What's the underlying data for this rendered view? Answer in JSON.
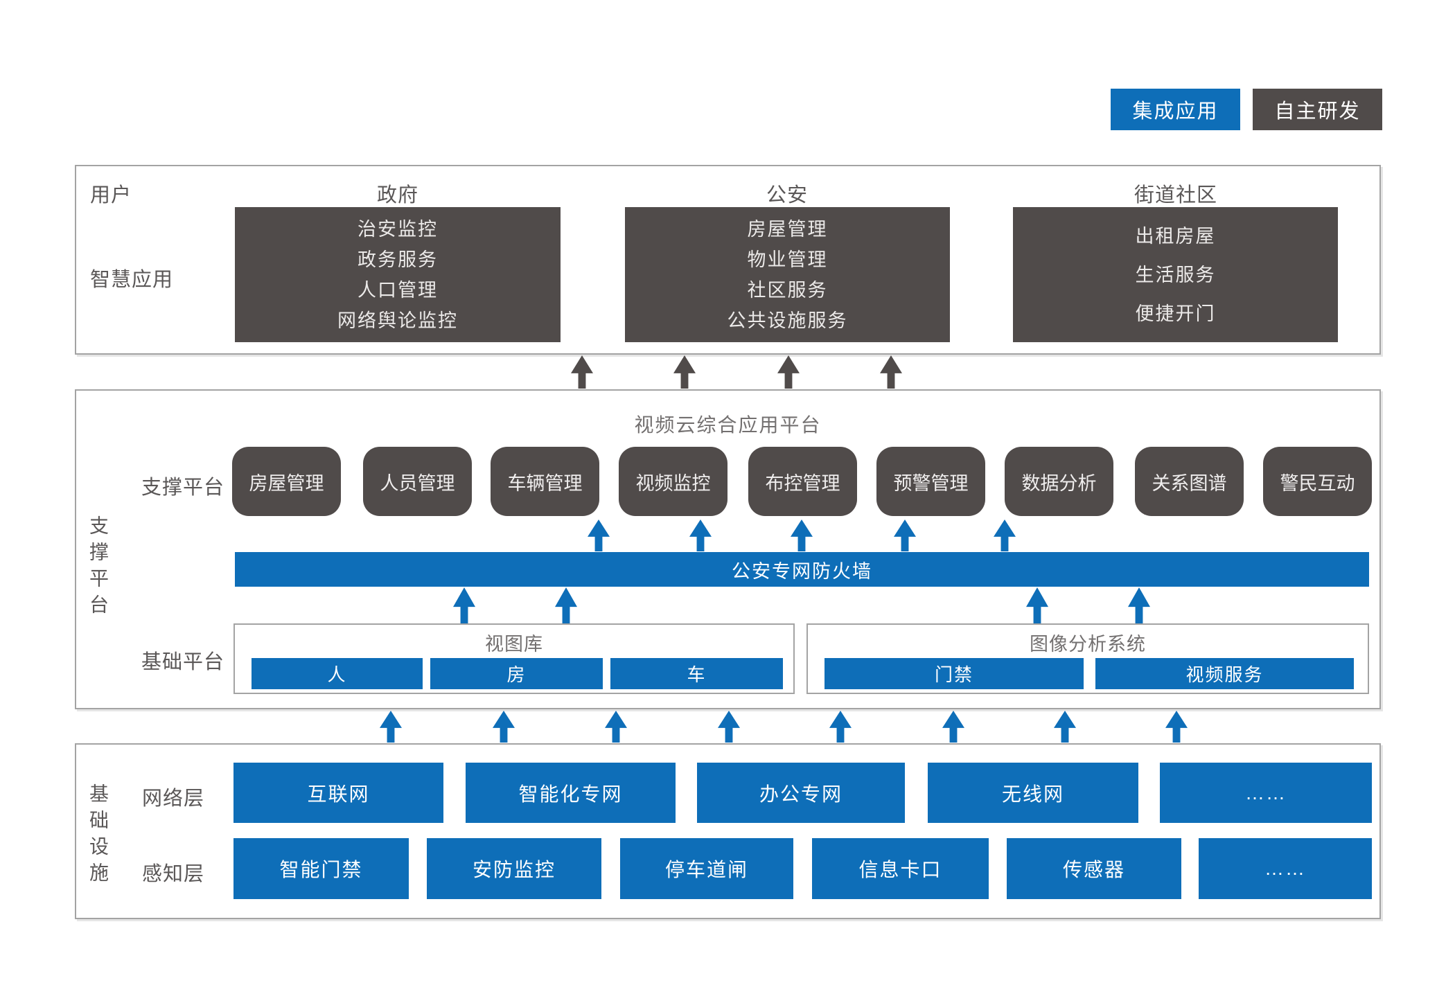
{
  "legend": {
    "integrated": "集成应用",
    "self_developed": "自主研发"
  },
  "colors": {
    "accent_blue": "#0e6eb8",
    "dark_gray": "#504b4a",
    "frame_border": "#a3a3a3",
    "label_text": "#5a5757",
    "title_text": "#737070"
  },
  "top": {
    "user_label": "用户",
    "apps_label": "智慧应用",
    "columns": [
      {
        "title": "政府",
        "items": [
          "治安监控",
          "政务服务",
          "人口管理",
          "网络舆论监控"
        ]
      },
      {
        "title": "公安",
        "items": [
          "房屋管理",
          "物业管理",
          "社区服务",
          "公共设施服务"
        ]
      },
      {
        "title": "街道社区",
        "items": [
          "出租房屋",
          "生活服务",
          "便捷开门"
        ]
      }
    ]
  },
  "mid": {
    "side_label": "支撑平台",
    "title": "视频云综合应用平台",
    "support_label": "支撑平台",
    "support_boxes": [
      "房屋管理",
      "人员管理",
      "车辆管理",
      "视频监控",
      "布控管理",
      "预警管理",
      "数据分析",
      "关系图谱",
      "警民互动"
    ],
    "firewall": "公安专网防火墙",
    "base_label": "基础平台",
    "base_groups": [
      {
        "title": "视图库",
        "items": [
          "人",
          "房",
          "车"
        ]
      },
      {
        "title": "图像分析系统",
        "items": [
          "门禁",
          "视频服务"
        ]
      }
    ]
  },
  "bottom": {
    "side_label": "基础设施",
    "rows": [
      {
        "label": "网络层",
        "items": [
          "互联网",
          "智能化专网",
          "办公专网",
          "无线网",
          "……"
        ]
      },
      {
        "label": "感知层",
        "items": [
          "智能门禁",
          "安防监控",
          "停车道闸",
          "信息卡口",
          "传感器",
          "……"
        ]
      }
    ]
  }
}
